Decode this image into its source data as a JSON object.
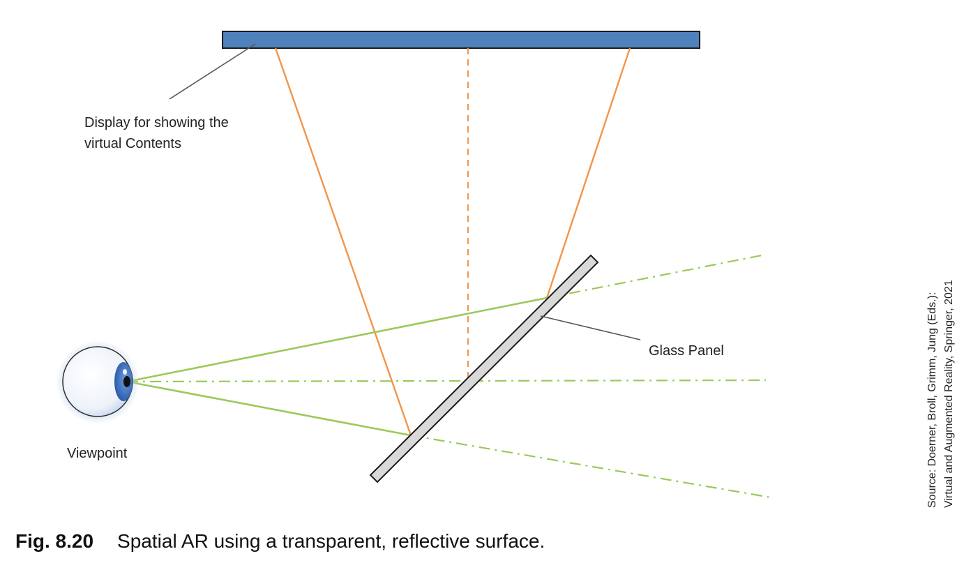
{
  "labels": {
    "display_line1": "Display for showing the",
    "display_line2": "virtual Contents",
    "glass": "Glass Panel",
    "viewpoint": "Viewpoint"
  },
  "source": {
    "line1": "Source: Doerner, Broll, Grimm, Jung (Eds.):",
    "line2": "Virtual and Augmented Reality, Springer, 2021"
  },
  "caption": {
    "number": "Fig. 8.20",
    "text": "Spatial AR using a transparent, reflective surface."
  },
  "colors": {
    "display_fill": "#4f81bd",
    "projection_rays": "#f0954a",
    "sight_lines": "#9bc95a",
    "glass_fill": "#d9d9d9",
    "eye_iris": "#3a6fc4"
  }
}
